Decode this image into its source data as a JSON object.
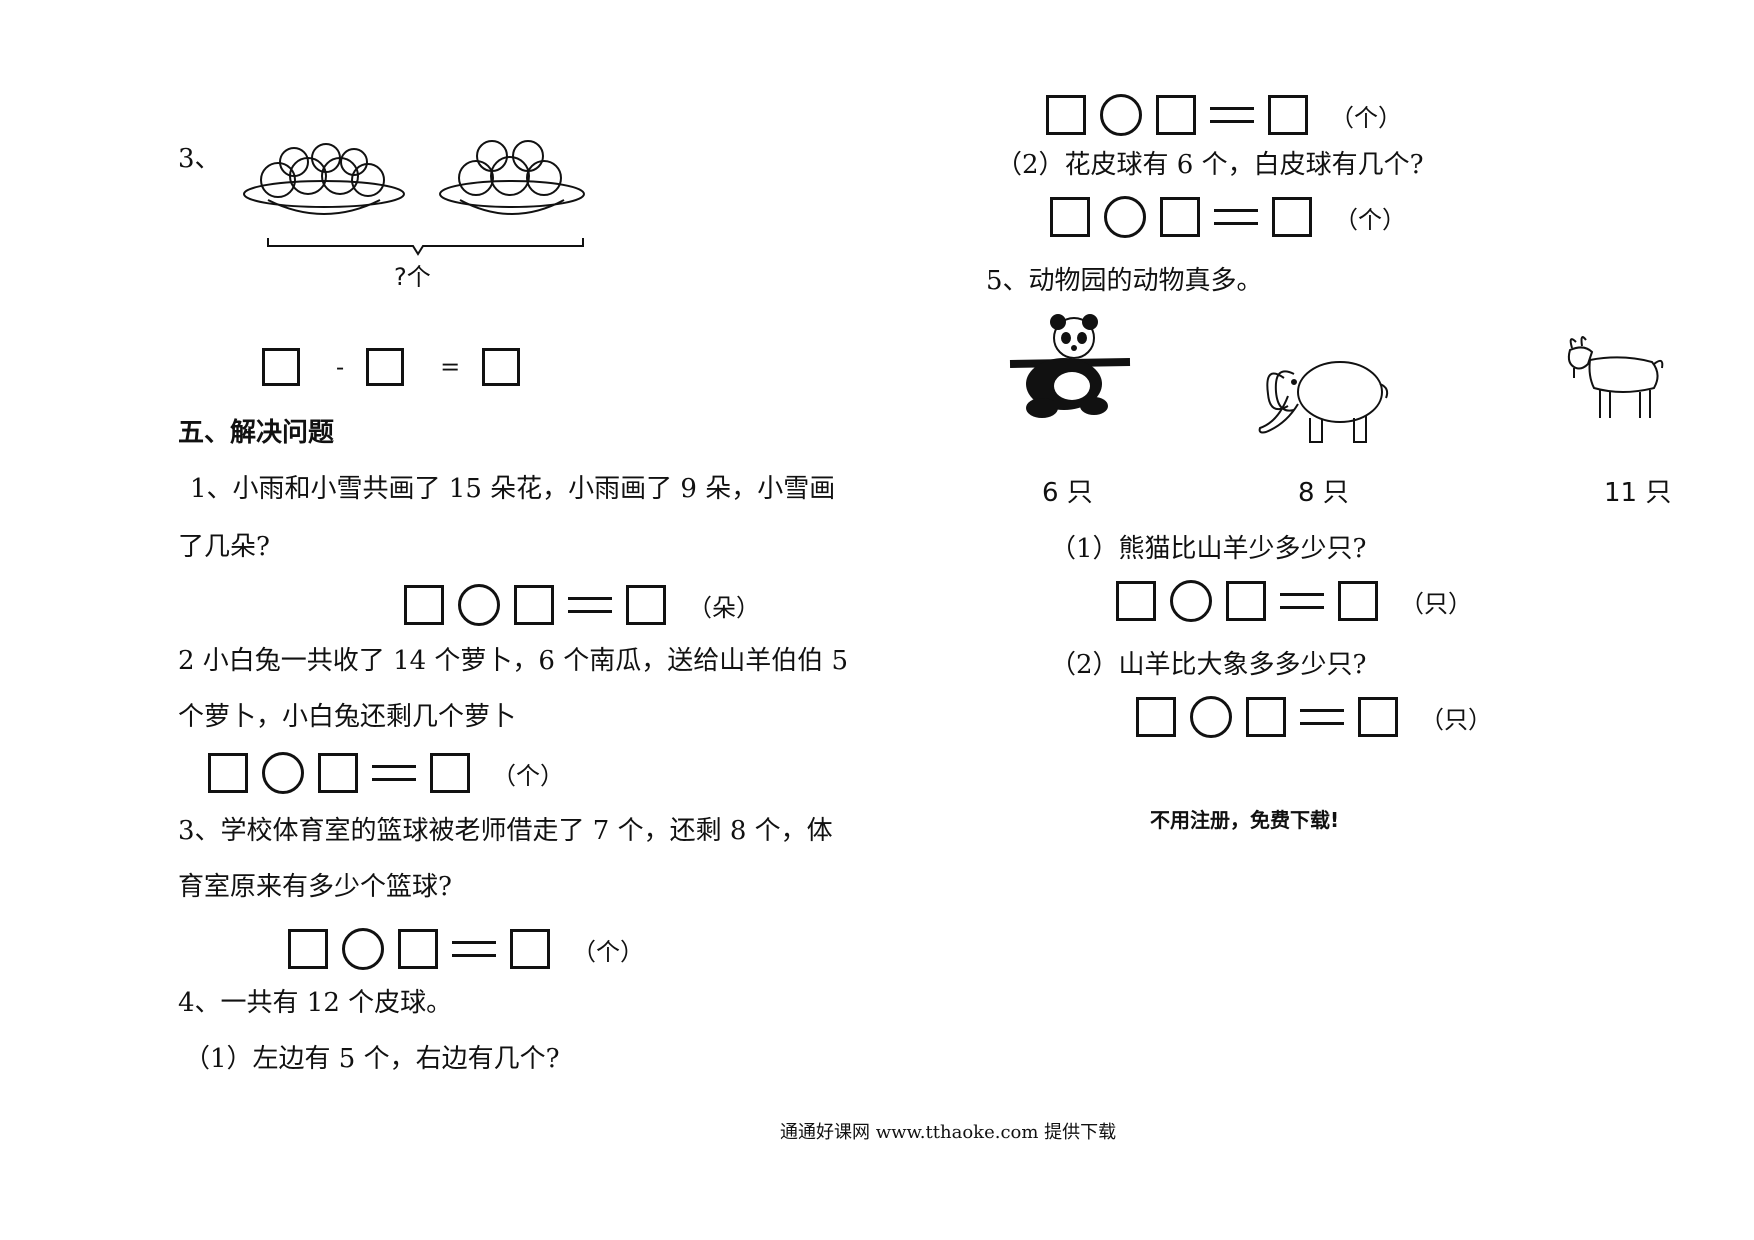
{
  "left": {
    "q3_label": "3、",
    "q3_brace_label": "?个",
    "q3_minus": "-",
    "q3_equals": "=",
    "section_title": "五、解决问题",
    "p1_line1": "1、小雨和小雪共画了 15 朵花，小雨画了 9 朵，小雪画",
    "p1_line2": "了几朵?",
    "p1_unit": "（朵）",
    "p2_line1": "2 小白兔一共收了 14 个萝卜，6 个南瓜，送给山羊伯伯 5",
    "p2_line2": "个萝卜，小白兔还剩几个萝卜",
    "p2_unit": "（个）",
    "p3_line1": "3、学校体育室的篮球被老师借走了 7 个，还剩 8 个，体",
    "p3_line2": "育室原来有多少个篮球?",
    "p3_unit": "（个）",
    "p4_line1": "4、一共有 12 个皮球。",
    "p4_sub1": "（1）左边有 5 个，右边有几个?"
  },
  "right": {
    "top_unit": "（个）",
    "p4_sub2": "（2）花皮球有 6 个，白皮球有几个?",
    "p4_sub2_unit": "（个）",
    "p5_title": "5、动物园的动物真多。",
    "animals": [
      {
        "name": "panda-image",
        "count": "6 只"
      },
      {
        "name": "elephant-image",
        "count": "8 只"
      },
      {
        "name": "goat-image",
        "count": "11 只"
      }
    ],
    "p5_q1": "（1）熊猫比山羊少多少只?",
    "p5_q1_unit": "（只）",
    "p5_q2": "（2）山羊比大象多多少只?",
    "p5_q2_unit": "（只）",
    "note": "不用注册，免费下载!"
  },
  "footer": "通通好课网  www.tthaoke.com  提供下载"
}
